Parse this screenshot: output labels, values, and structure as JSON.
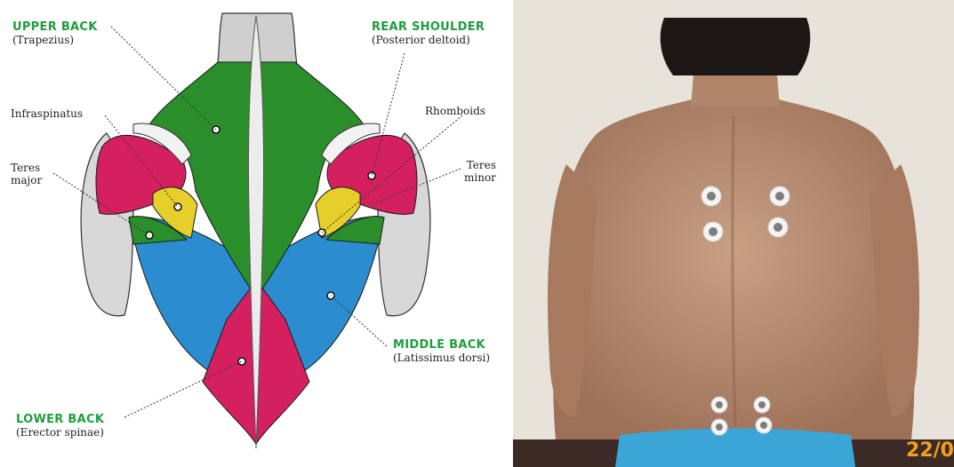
{
  "colors": {
    "header_green": "#1e9e3c",
    "trapezius_green": "#2a8f2a",
    "latissimus_blue": "#2b8ccf",
    "deltoid_red": "#d4205f",
    "teres_minor_yellow": "#e6cf2a",
    "date_stamp": "#f2a21a"
  },
  "labels": {
    "upper_back": {
      "title": "UPPER BACK",
      "sub": "(Trapezius)"
    },
    "rear_shoulder": {
      "title": "REAR SHOULDER",
      "sub": "(Posterior deltoid)"
    },
    "infraspinatus": "Infraspinatus",
    "rhomboids": "Rhomboids",
    "teres_major": {
      "line1": "Teres",
      "line2": "major"
    },
    "teres_minor": {
      "line1": "Teres",
      "line2": "minor"
    },
    "middle_back": {
      "title": "MIDDLE BACK",
      "sub": "(Latissimus dorsi)"
    },
    "lower_back": {
      "title": "LOWER BACK",
      "sub": "(Erector spinae)"
    }
  },
  "photo": {
    "date_stamp": "22/0",
    "electrode_count": 8
  }
}
